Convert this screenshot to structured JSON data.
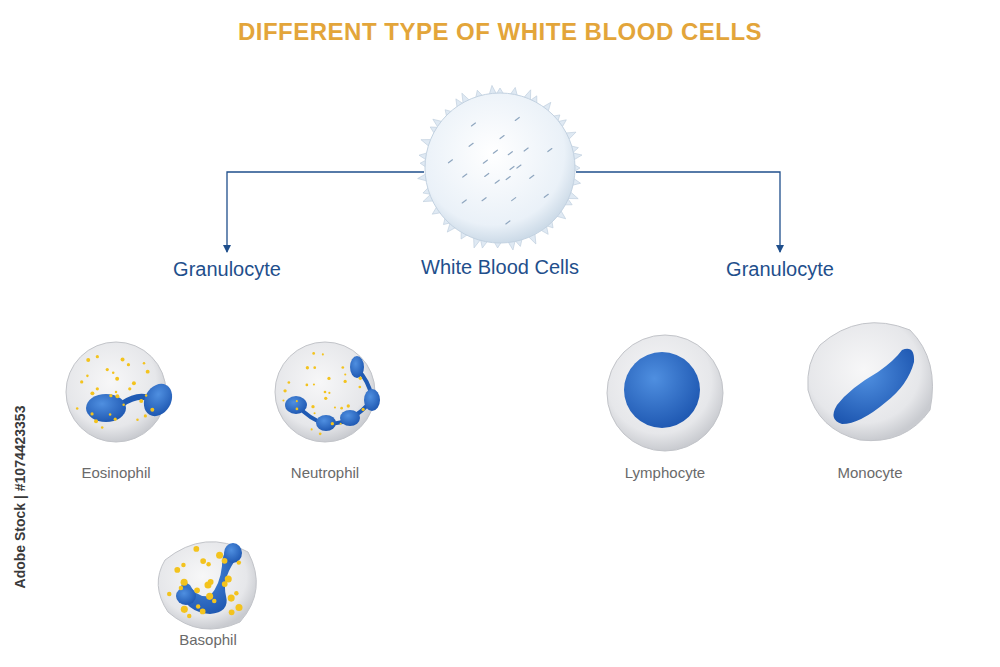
{
  "diagram": {
    "title": "DIFFERENT TYPE OF WHITE BLOOD CELLS",
    "nodes": [
      {
        "text": [
          "White Blood Cells"
        ]
      },
      {
        "text": [
          "Granulocyte"
        ]
      },
      {
        "text": [
          "Granulocyte"
        ]
      },
      {
        "text": [
          "Eosinophil"
        ]
      },
      {
        "text": [
          "Neutrophil"
        ]
      },
      {
        "text": [
          "Basophil"
        ]
      },
      {
        "text": [
          "Lymphocyte"
        ]
      },
      {
        "text": [
          "Monocyte"
        ]
      }
    ],
    "edges": [
      {
        "from": 0,
        "to": 1,
        "arrow": "to"
      },
      {
        "from": 0,
        "to": 2,
        "arrow": "to"
      }
    ],
    "labels": [
      "Adobe Stock | #1074423353"
    ]
  }
}
